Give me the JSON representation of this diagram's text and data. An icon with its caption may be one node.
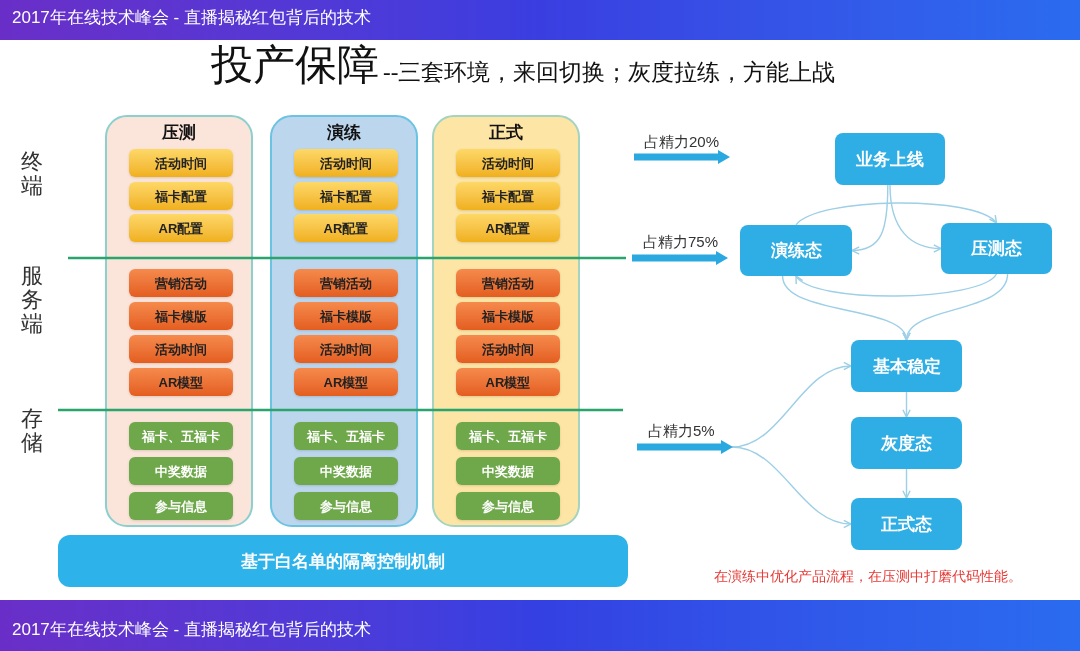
{
  "diagram": {
    "title": "投产保障",
    "nodes": [
      {
        "text": [
          "压测"
        ]
      },
      {
        "text": [
          "活动时间"
        ],
        "in": 0
      },
      {
        "text": [
          "福卡配置"
        ],
        "in": 0
      },
      {
        "text": [
          "AR配置"
        ],
        "in": 0
      },
      {
        "text": [
          "营销活动"
        ],
        "in": 0
      },
      {
        "text": [
          "福卡模版"
        ],
        "in": 0
      },
      {
        "text": [
          "活动时间"
        ],
        "in": 0
      },
      {
        "text": [
          "AR模型"
        ],
        "in": 0
      },
      {
        "text": [
          "福卡、五福卡"
        ],
        "in": 0
      },
      {
        "text": [
          "中奖数据"
        ],
        "in": 0
      },
      {
        "text": [
          "参与信息"
        ],
        "in": 0
      },
      {
        "text": [
          "演练"
        ]
      },
      {
        "text": [
          "活动时间"
        ],
        "in": 11
      },
      {
        "text": [
          "福卡配置"
        ],
        "in": 11
      },
      {
        "text": [
          "AR配置"
        ],
        "in": 11
      },
      {
        "text": [
          "营销活动"
        ],
        "in": 11
      },
      {
        "text": [
          "福卡模版"
        ],
        "in": 11
      },
      {
        "text": [
          "活动时间"
        ],
        "in": 11
      },
      {
        "text": [
          "AR模型"
        ],
        "in": 11
      },
      {
        "text": [
          "福卡、五福卡"
        ],
        "in": 11
      },
      {
        "text": [
          "中奖数据"
        ],
        "in": 11
      },
      {
        "text": [
          "参与信息"
        ],
        "in": 11
      },
      {
        "text": [
          "正式"
        ]
      },
      {
        "text": [
          "活动时间"
        ],
        "in": 22
      },
      {
        "text": [
          "福卡配置"
        ],
        "in": 22
      },
      {
        "text": [
          "AR配置"
        ],
        "in": 22
      },
      {
        "text": [
          "营销活动"
        ],
        "in": 22
      },
      {
        "text": [
          "福卡模版"
        ],
        "in": 22
      },
      {
        "text": [
          "活动时间"
        ],
        "in": 22
      },
      {
        "text": [
          "AR模型"
        ],
        "in": 22
      },
      {
        "text": [
          "福卡、五福卡"
        ],
        "in": 22
      },
      {
        "text": [
          "中奖数据"
        ],
        "in": 22
      },
      {
        "text": [
          "参与信息"
        ],
        "in": 22
      },
      {
        "text": [
          "基于白名单的隔离控制机制"
        ]
      },
      {
        "text": [
          "业务上线"
        ]
      },
      {
        "text": [
          "演练态"
        ]
      },
      {
        "text": [
          "压测态"
        ]
      },
      {
        "text": [
          "基本稳定"
        ]
      },
      {
        "text": [
          "灰度态"
        ]
      },
      {
        "text": [
          "正式态"
        ]
      }
    ],
    "edges": [
      {
        "from": 34,
        "to": 35,
        "arrow": "to"
      },
      {
        "from": 34,
        "to": 36,
        "arrow": "to"
      },
      {
        "from": 35,
        "to": 36,
        "arrow": "to"
      },
      {
        "from": 36,
        "to": 35,
        "arrow": "to"
      },
      {
        "from": 35,
        "to": 37,
        "arrow": "to"
      },
      {
        "from": 36,
        "to": 37,
        "arrow": "to"
      },
      {
        "from": 37,
        "to": 38,
        "arrow": "to"
      },
      {
        "from": 38,
        "to": 39,
        "arrow": "to"
      },
      {
        "from": null,
        "to": 37,
        "arrow": "to"
      },
      {
        "from": null,
        "to": 39,
        "arrow": "to"
      }
    ],
    "labels": [
      "2017年在线技术峰会 - 直播揭秘红包背后的技术",
      "--三套环境，来回切换；灰度拉练，方能上战",
      "终端",
      "占精力20%",
      "占精力75%",
      "服务端",
      "存储",
      "占精力5%",
      "在演练中优化产品流程，在压测中打磨代码性能。",
      "2017年在线技术峰会 - 直播揭秘红包背后的技术"
    ]
  }
}
